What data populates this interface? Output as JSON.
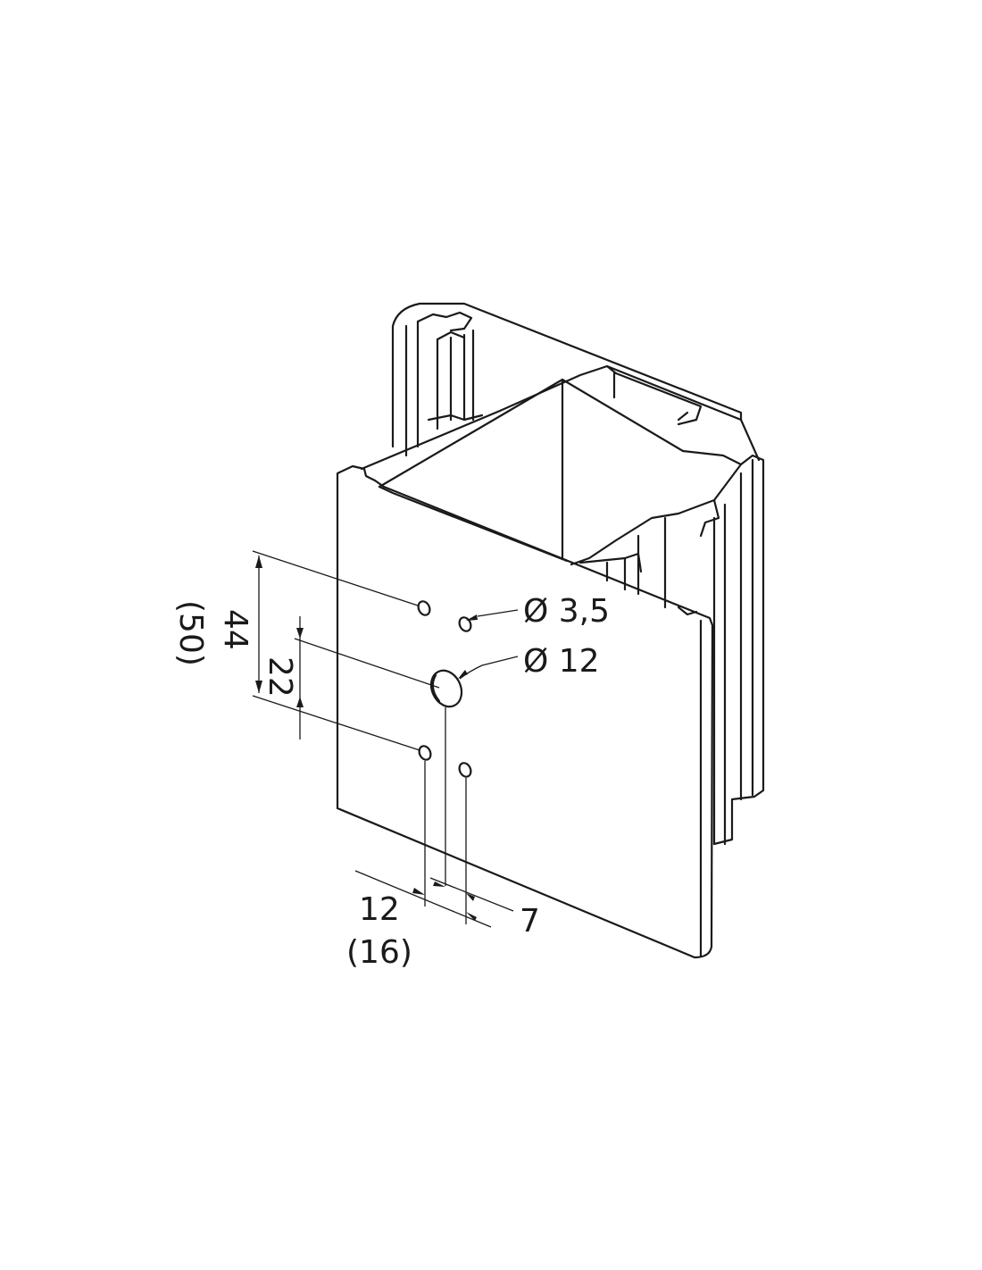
{
  "drawing": {
    "dimensions": {
      "height_outer": "44",
      "height_outer_alt": "(50)",
      "height_inner": "22",
      "hole_small": "Ø 3,5",
      "hole_large": "Ø 12",
      "width_offset": "12",
      "width_offset_alt": "(16)",
      "offset_small": "7"
    },
    "stroke_color": "#1a1a1a",
    "background": "#ffffff"
  }
}
